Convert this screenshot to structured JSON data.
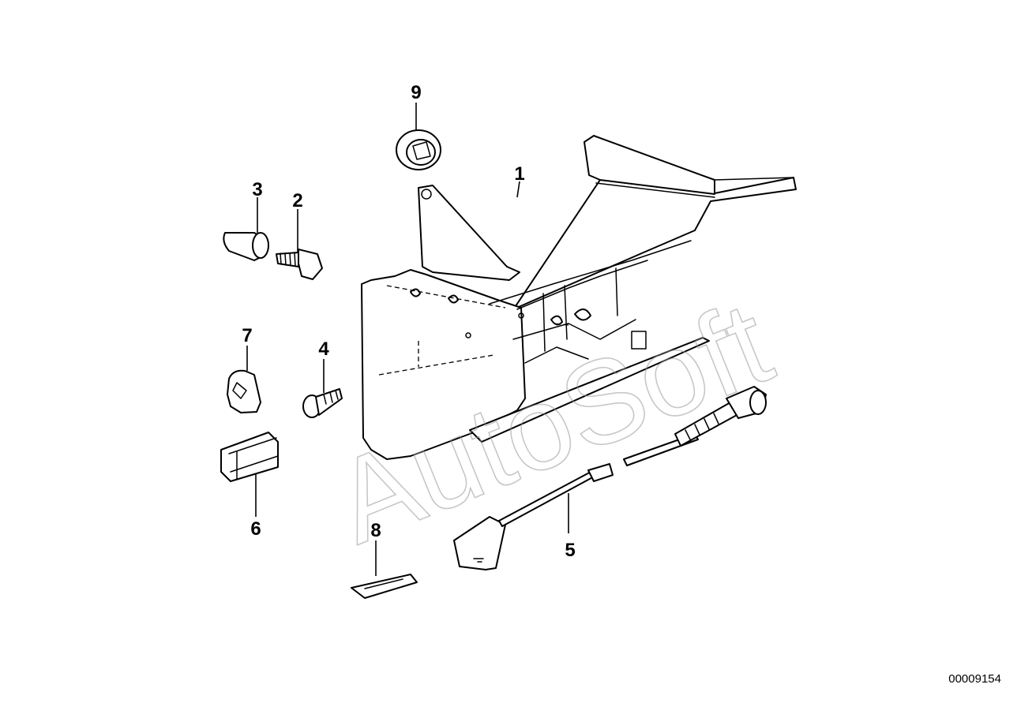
{
  "diagram": {
    "watermark": "AutoSoft",
    "id": "00009154",
    "callouts": {
      "p1": "1",
      "p2": "2",
      "p3": "3",
      "p4": "4",
      "p5": "5",
      "p6": "6",
      "p7": "7",
      "p8": "8",
      "p9": "9"
    }
  }
}
